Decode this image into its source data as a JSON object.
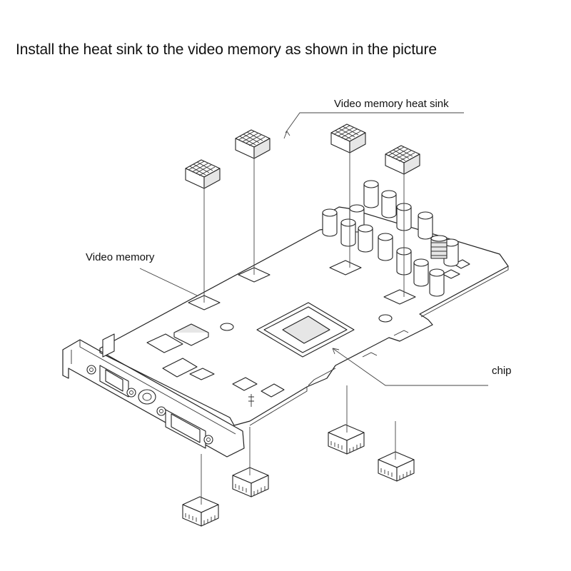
{
  "title": "Install the heat sink to the video memory as shown in the picture",
  "labels": {
    "video_memory_heat_sink": "Video memory heat sink",
    "video_memory": "Video memory",
    "chip": "chip"
  },
  "colors": {
    "background": "#ffffff",
    "line": "#222222"
  }
}
